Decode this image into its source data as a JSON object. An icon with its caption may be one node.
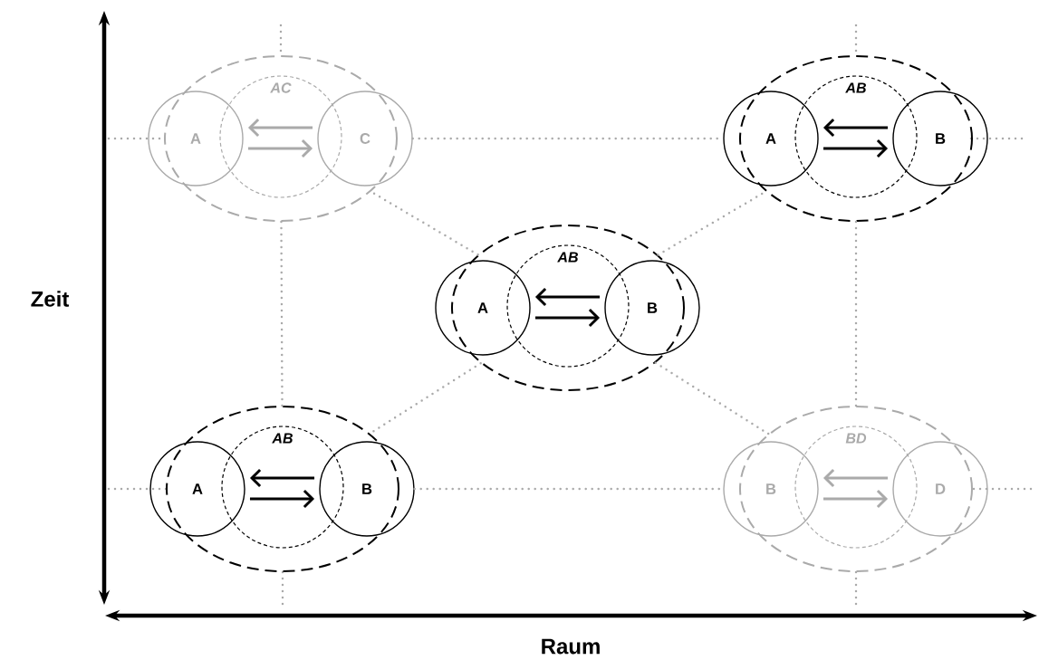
{
  "diagram": {
    "nodes": [
      {
        "text": [
          "AC"
        ]
      },
      {
        "text": [
          "A"
        ],
        "in": 0
      },
      {
        "text": [
          "C"
        ],
        "in": 0
      },
      {
        "text": [
          "AB"
        ]
      },
      {
        "text": [
          "A"
        ],
        "in": 3
      },
      {
        "text": [
          "B"
        ],
        "in": 3
      },
      {
        "text": [
          "AB"
        ]
      },
      {
        "text": [
          "A"
        ],
        "in": 6
      },
      {
        "text": [
          "B"
        ],
        "in": 6
      },
      {
        "text": [
          "AB"
        ]
      },
      {
        "text": [
          "A"
        ],
        "in": 9
      },
      {
        "text": [
          "B"
        ],
        "in": 9
      },
      {
        "text": [
          "BD"
        ]
      },
      {
        "text": [
          "B"
        ],
        "in": 12
      },
      {
        "text": [
          "D"
        ],
        "in": 12
      }
    ],
    "edges": [
      {
        "from": 2,
        "to": 1,
        "arrow": "to",
        "color": "#aaaaaa"
      },
      {
        "from": 1,
        "to": 2,
        "arrow": "to",
        "color": "#aaaaaa"
      },
      {
        "from": 5,
        "to": 4,
        "arrow": "to",
        "color": "#000000"
      },
      {
        "from": 4,
        "to": 5,
        "arrow": "to",
        "color": "#000000"
      },
      {
        "from": 8,
        "to": 7,
        "arrow": "to",
        "color": "#000000"
      },
      {
        "from": 7,
        "to": 8,
        "arrow": "to",
        "color": "#000000"
      },
      {
        "from": 11,
        "to": 10,
        "arrow": "to",
        "color": "#000000"
      },
      {
        "from": 10,
        "to": 11,
        "arrow": "to",
        "color": "#000000"
      },
      {
        "from": 14,
        "to": 13,
        "arrow": "to",
        "color": "#aaaaaa"
      },
      {
        "from": 13,
        "to": 14,
        "arrow": "to",
        "color": "#aaaaaa"
      },
      {
        "from": 2,
        "to": 4,
        "arrow": "none",
        "style": "dashed",
        "color": "#aaaaaa"
      },
      {
        "from": 0,
        "to": 9,
        "arrow": "none",
        "style": "dashed",
        "color": "#aaaaaa"
      },
      {
        "from": 3,
        "to": 12,
        "arrow": "none",
        "style": "dashed",
        "color": "#aaaaaa"
      },
      {
        "from": 11,
        "to": 13,
        "arrow": "none",
        "style": "dashed",
        "color": "#aaaaaa"
      },
      {
        "from": 6,
        "to": 0,
        "arrow": "none",
        "style": "dashed",
        "color": "#aaaaaa"
      },
      {
        "from": 6,
        "to": 3,
        "arrow": "none",
        "style": "dashed",
        "color": "#aaaaaa"
      },
      {
        "from": 6,
        "to": 9,
        "arrow": "none",
        "style": "dashed",
        "color": "#aaaaaa"
      },
      {
        "from": 6,
        "to": 12,
        "arrow": "none",
        "style": "dashed",
        "color": "#aaaaaa"
      }
    ],
    "labels": [
      "Zeit",
      "Raum"
    ]
  }
}
